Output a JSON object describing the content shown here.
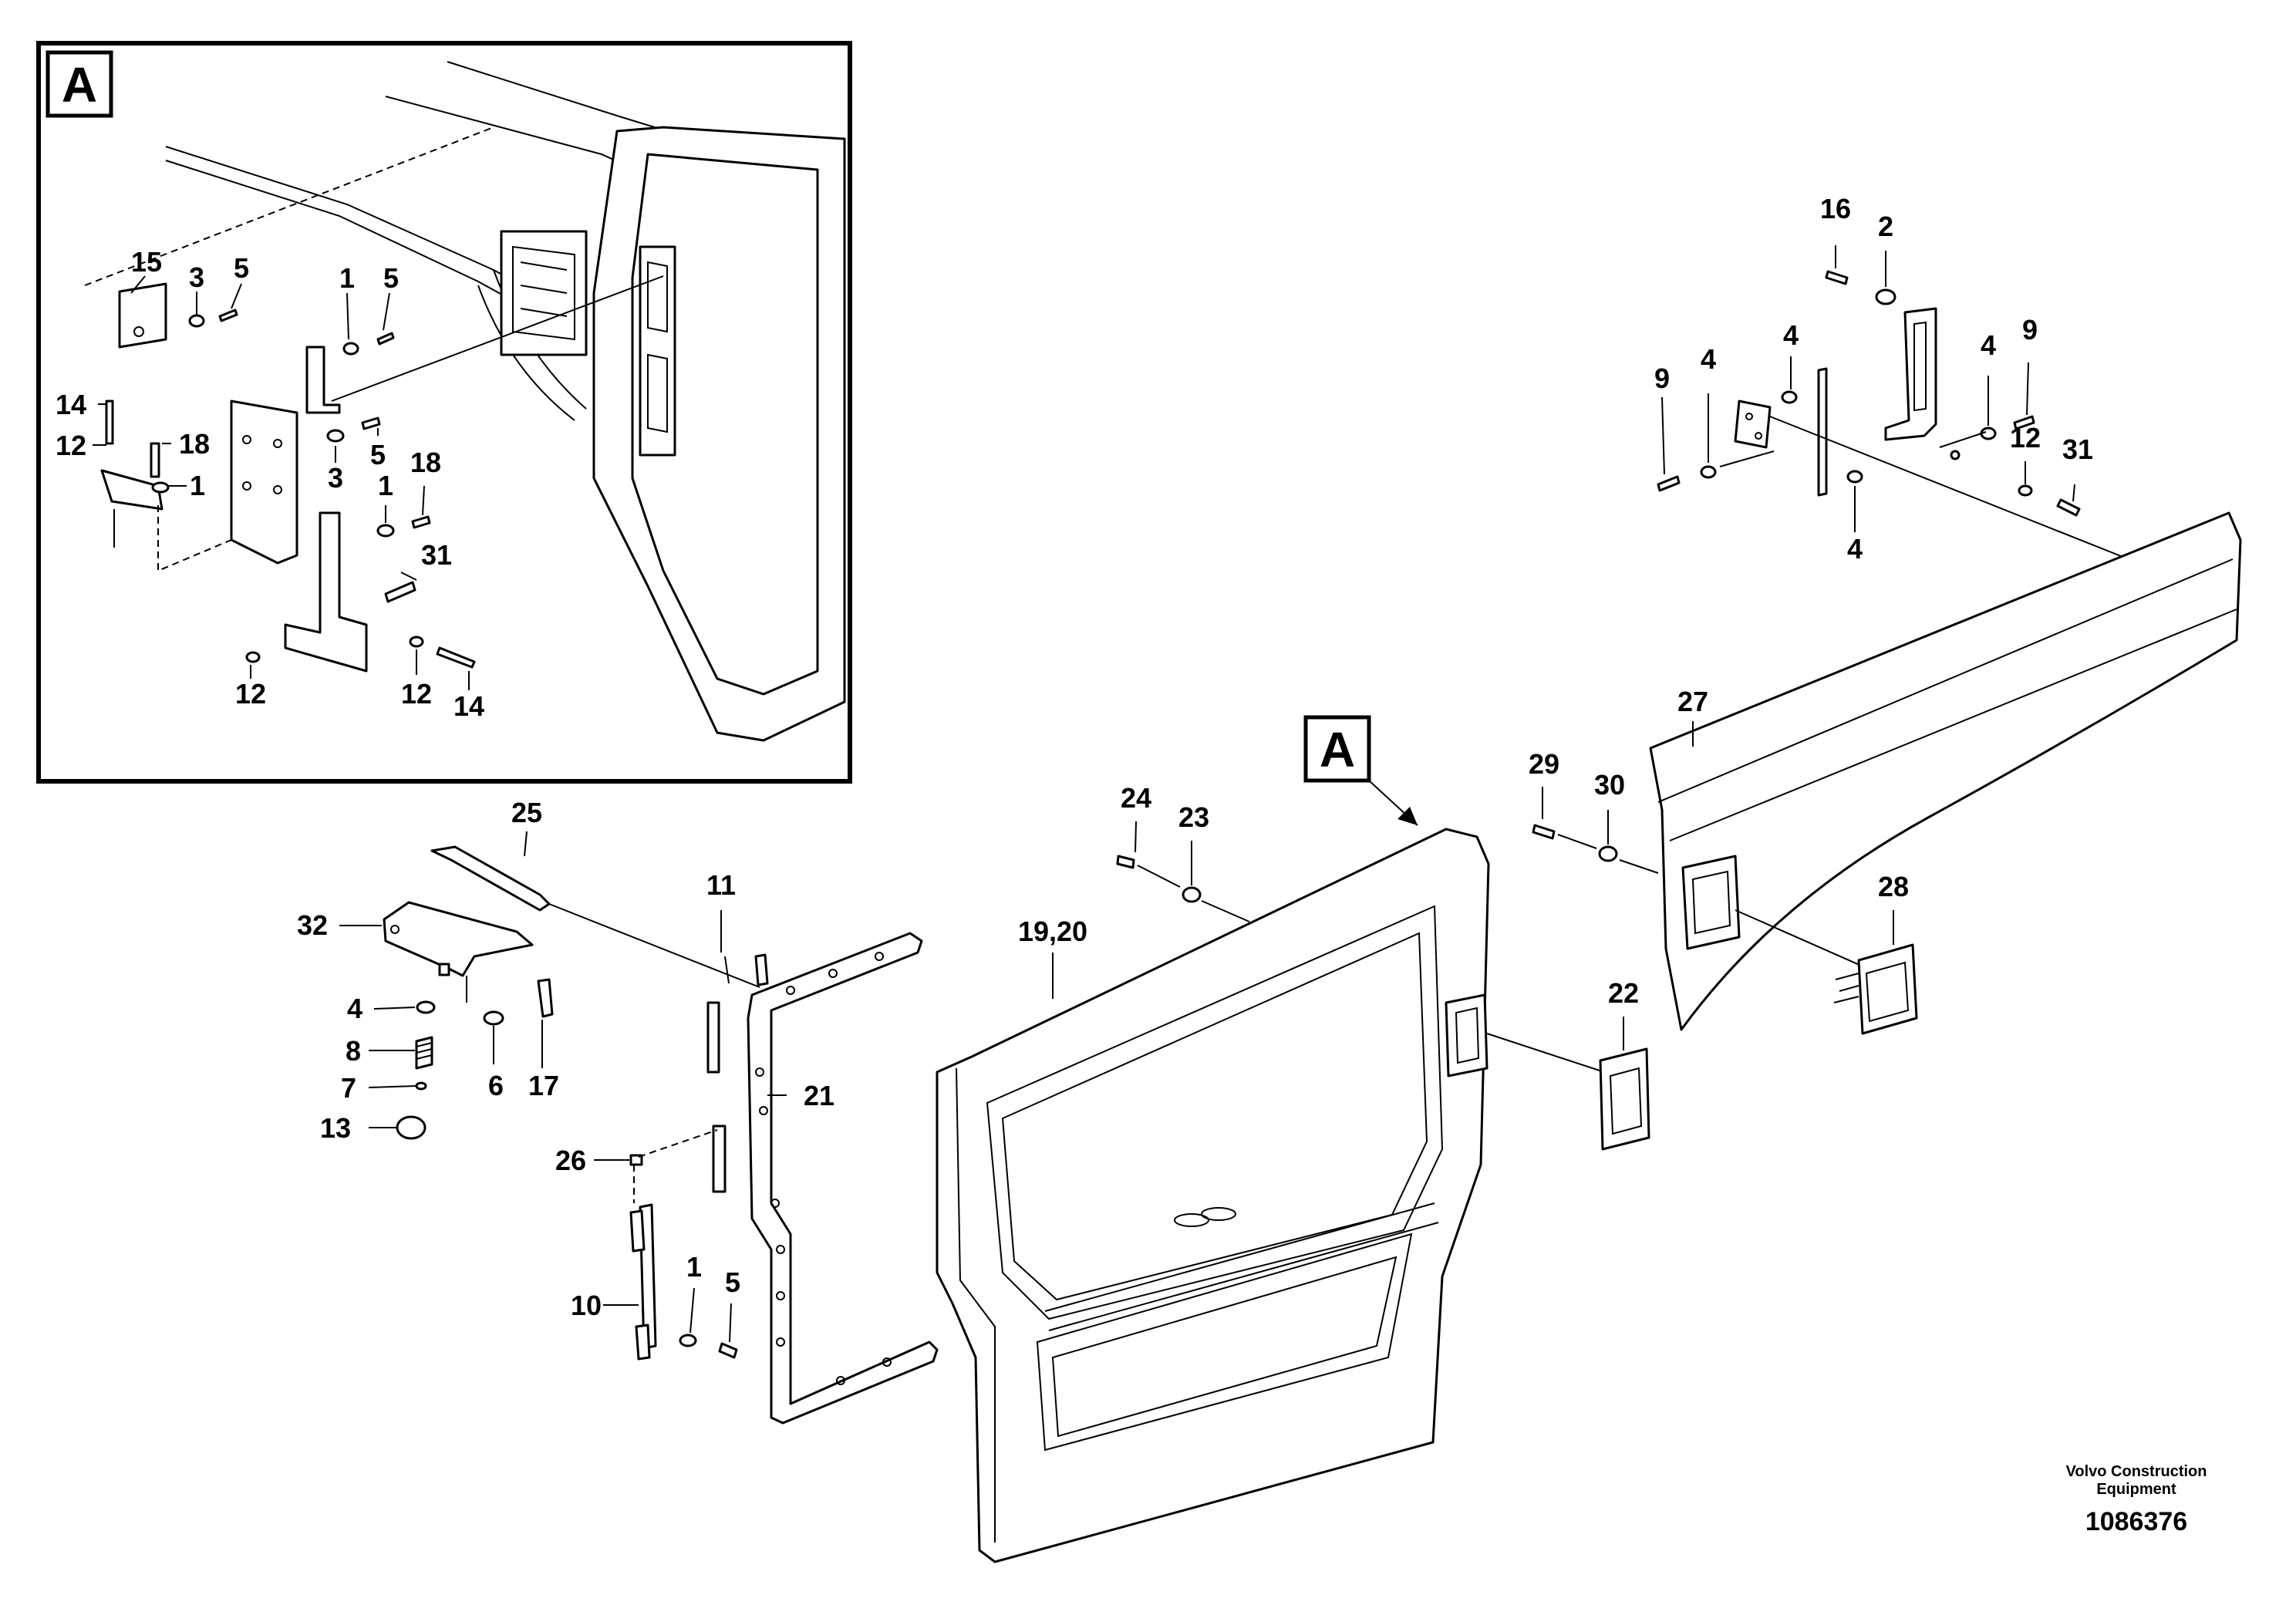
{
  "detail_view": {
    "marker": "A"
  },
  "main_view": {
    "marker": "A"
  },
  "footer": {
    "publisher_line1": "Volvo Construction",
    "publisher_line2": "Equipment",
    "document_number": "1086376"
  },
  "callouts": {
    "d15": "15",
    "d3a": "3",
    "d5a": "5",
    "d1a": "1",
    "d5b": "5",
    "d14a": "14",
    "d12a": "12",
    "d18a": "18",
    "d1b": "1",
    "d5c": "5",
    "d3b": "3",
    "d1c": "1",
    "d18b": "18",
    "d31": "31",
    "d12b": "12",
    "d12c": "12",
    "d14b": "14",
    "r16": "16",
    "r2": "2",
    "r4a": "4",
    "r9a": "9",
    "r4b": "4",
    "r4c": "4",
    "r9b": "9",
    "r12": "12",
    "r31": "31",
    "r4d": "4",
    "m27": "27",
    "m29": "29",
    "m30": "30",
    "m24": "24",
    "m23": "23",
    "m28": "28",
    "m22": "22",
    "m1920": "19,20",
    "m25": "25",
    "m32": "32",
    "m11": "11",
    "m4": "4",
    "m17": "17",
    "m6": "6",
    "m8": "8",
    "m7": "7",
    "m13": "13",
    "m21": "21",
    "m26": "26",
    "m10": "10",
    "m1": "1",
    "m5": "5"
  }
}
